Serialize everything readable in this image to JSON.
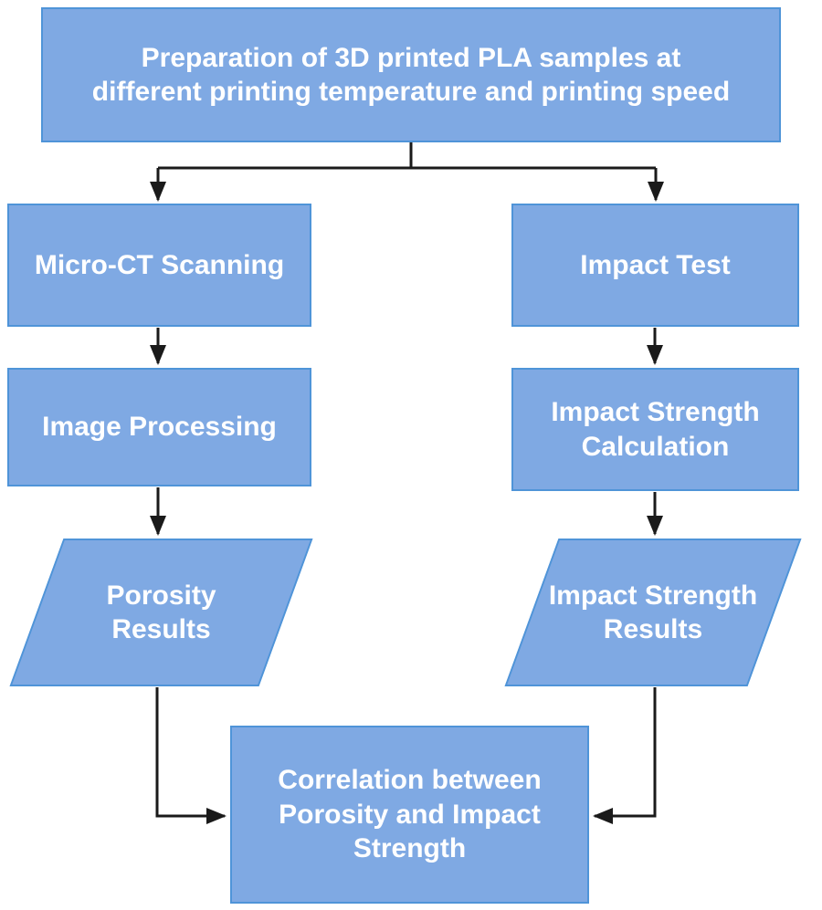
{
  "nodes": {
    "preparation": {
      "label": "Preparation of 3D printed PLA samples at\ndifferent printing temperature and printing speed"
    },
    "micro_ct_scanning": {
      "label": "Micro-CT Scanning"
    },
    "impact_test": {
      "label": "Impact Test"
    },
    "image_processing": {
      "label": "Image Processing"
    },
    "impact_strength_calculation": {
      "label": "Impact Strength\nCalculation"
    },
    "porosity_results": {
      "label": "Porosity\nResults"
    },
    "impact_strength_results": {
      "label": "Impact Strength\nResults"
    },
    "correlation": {
      "label": "Correlation between\nPorosity and Impact\nStrength"
    }
  },
  "edges": [
    {
      "from": "preparation",
      "to": "micro_ct_scanning"
    },
    {
      "from": "preparation",
      "to": "impact_test"
    },
    {
      "from": "micro_ct_scanning",
      "to": "image_processing"
    },
    {
      "from": "impact_test",
      "to": "impact_strength_calculation"
    },
    {
      "from": "image_processing",
      "to": "porosity_results"
    },
    {
      "from": "impact_strength_calculation",
      "to": "impact_strength_results"
    },
    {
      "from": "porosity_results",
      "to": "correlation"
    },
    {
      "from": "impact_strength_results",
      "to": "correlation"
    }
  ],
  "colors": {
    "node_fill": "#7fa9e3",
    "node_border": "#4f94d8",
    "node_text": "#ffffff",
    "connector": "#1a1a1a",
    "background": "#ffffff"
  }
}
